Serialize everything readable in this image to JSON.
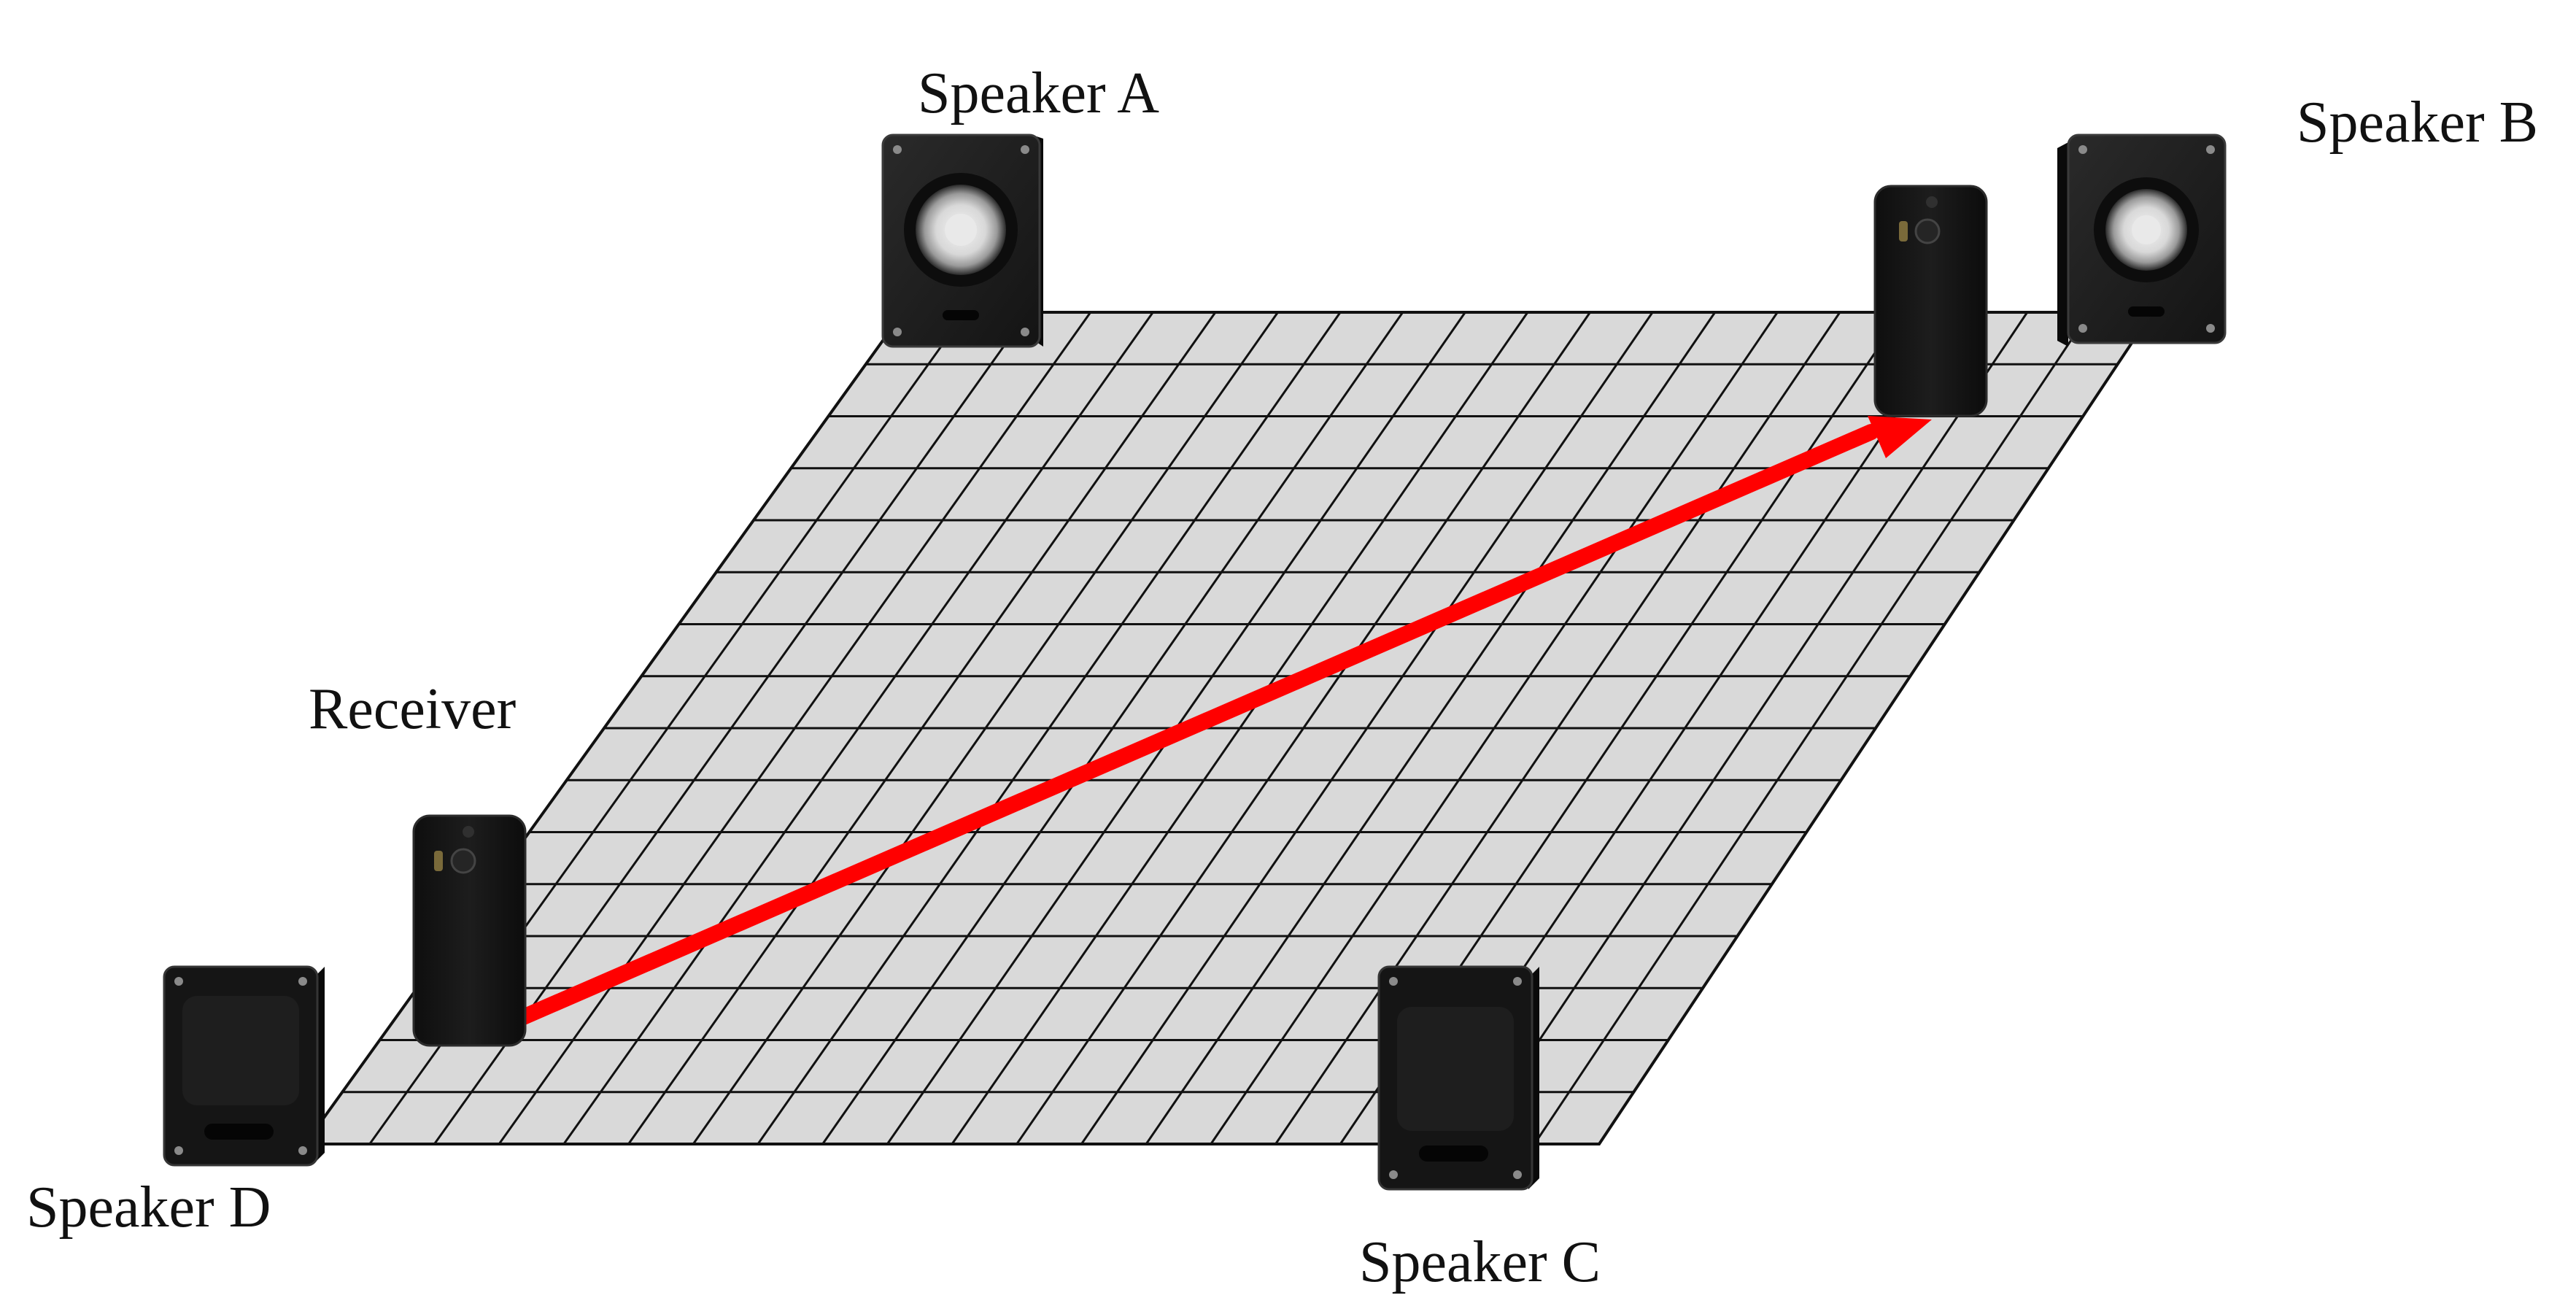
{
  "labels": {
    "speaker_a": "Speaker A",
    "speaker_b": "Speaker B",
    "speaker_c": "Speaker C",
    "speaker_d": "Speaker D",
    "receiver": "Receiver"
  },
  "grid": {
    "columns": 20,
    "rows": 16,
    "fill_color": "#d9d9d9",
    "line_color": "#111111"
  },
  "path": {
    "color": "#ff0000",
    "from": "receiver-start",
    "to": "receiver-end"
  },
  "device_colors": {
    "speaker_body": "#1c1c1c",
    "speaker_side": "#0b0b0b",
    "phone_body": "#151515"
  },
  "icons": {
    "speaker": "speaker-icon",
    "phone": "phone-icon"
  }
}
